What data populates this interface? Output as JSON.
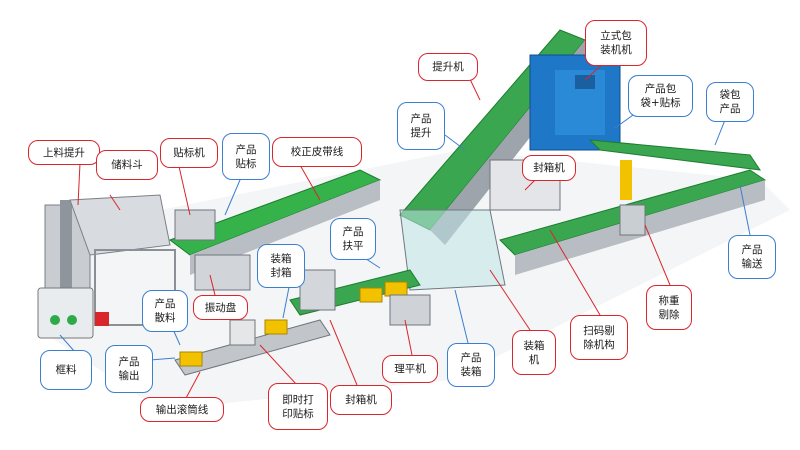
{
  "colors": {
    "red_callout": "#d8262c",
    "blue_callout": "#3b7fd0",
    "frame_blue": "#1f77c8",
    "conveyor_green": "#36b24a",
    "product_yellow": "#f2c200",
    "machine_gray": "#bfc3c8"
  },
  "callouts": {
    "shangliao_tisheng": "上料提升",
    "chuliao_dou": "储料斗",
    "tiebiao_ji": "贴标机",
    "chanpin_tiebiao": "产品\n贴标",
    "jiaozheng_pidaixian": "校正皮带线",
    "tisheng_ji": "提升机",
    "chanpin_tisheng": "产品\n提升",
    "lishi_baozhuangji": "立式包\n装机机",
    "chanpin_baodai": "产品包\n袋+贴标",
    "daibao_chanpin": "袋包\n产品",
    "feng_xiang": "封箱机",
    "chanpin_fuping": "产品\n扶平",
    "zhuangxiang_fengxiang": "装箱\n封箱",
    "zhendong_pan": "振动盘",
    "chanpin_sanliao": "产品\n散料",
    "kuangliao": "框料",
    "chanpin_shuchu": "产品\n输出",
    "shuchu_guntongxian": "输出滚筒线",
    "jishi_dayin": "即时打\n印贴标",
    "fengxiang_ji": "封箱机",
    "liping_ji": "理平机",
    "chanpin_zhuangxiang": "产品\n装箱",
    "zhuangxiang_ji": "装箱\n机",
    "saoma_tichu": "扫码剔\n除机构",
    "chengzhong_tichu": "称重\n剔除",
    "chanpin_shusong": "产品\n输送"
  }
}
